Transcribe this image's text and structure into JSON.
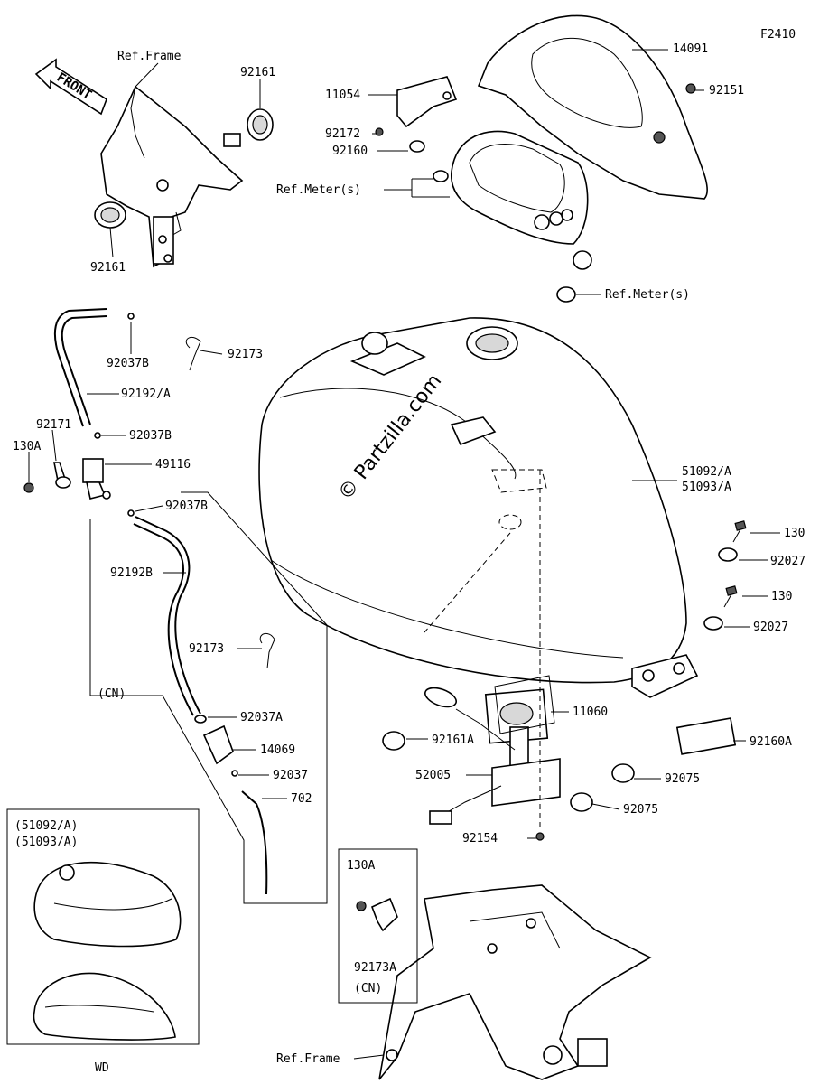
{
  "figure_code": "F2410",
  "front_label": "FRONT",
  "watermark": "© Partzilla.com",
  "callouts": {
    "ref_frame_top": "Ref.Frame",
    "p92161_top": "92161",
    "p92161_left": "92161",
    "p14091": "14091",
    "p11054": "11054",
    "p92151": "92151",
    "p92172": "92172",
    "p92160": "92160",
    "ref_meters_left": "Ref.Meter(s)",
    "ref_meters_right": "Ref.Meter(s)",
    "p92037b_1": "92037B",
    "p92173_1": "92173",
    "p92192a": "92192/A",
    "p92171": "92171",
    "p130a_left": "130A",
    "p92037b_2": "92037B",
    "p49116": "49116",
    "p92037b_3": "92037B",
    "p92192b": "92192B",
    "p92173_2": "92173",
    "cn_1": "(CN)",
    "p92037a": "92037A",
    "p14069": "14069",
    "p92037": "92037",
    "p702": "702",
    "p51092a": "51092/A",
    "p51093a": "51093/A",
    "p130_1": "130",
    "p92027_1": "92027",
    "p130_2": "130",
    "p92027_2": "92027",
    "p11060": "11060",
    "p92160a": "92160A",
    "p92161a": "92161A",
    "p52005": "52005",
    "p92075_1": "92075",
    "p92075_2": "92075",
    "p92154": "92154",
    "inset_130a": "130A",
    "inset_92173a": "92173A",
    "inset_cn": "(CN)",
    "ref_frame_bottom": "Ref.Frame",
    "wd_line1": "(51092/A)",
    "wd_line2": "(51093/A)",
    "wd_caption": "WD"
  }
}
